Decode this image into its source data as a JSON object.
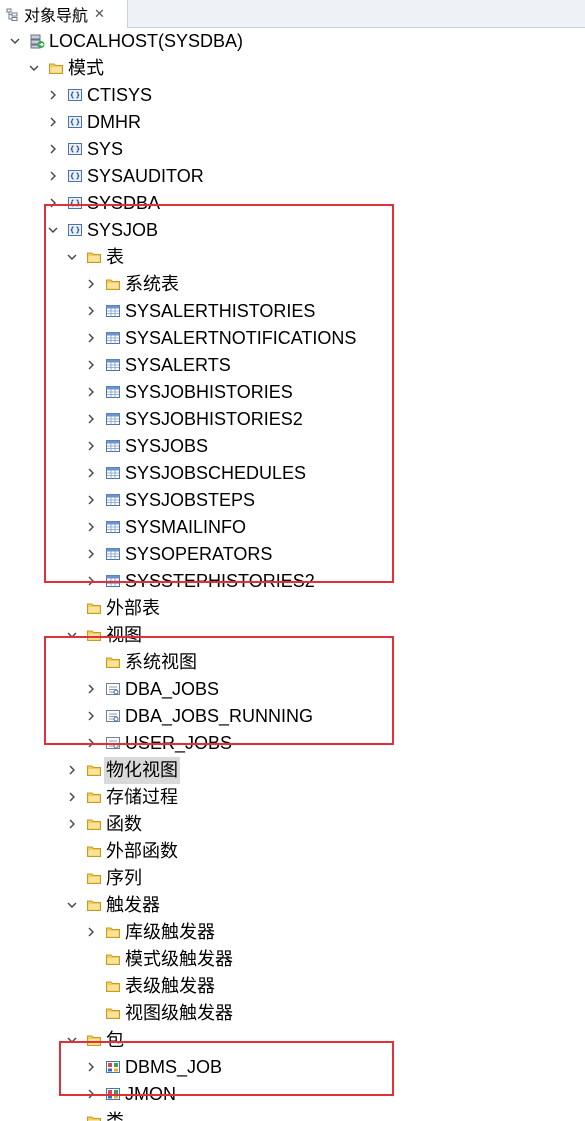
{
  "panel": {
    "tab_title": "对象导航",
    "tab_icon": "navigator-icon",
    "close_icon": "close-icon"
  },
  "tree": [
    {
      "label": "LOCALHOST(SYSDBA)",
      "depth": 0,
      "state": "expanded",
      "icon": "database-server-icon"
    },
    {
      "label": "模式",
      "depth": 1,
      "state": "expanded",
      "icon": "folder-icon"
    },
    {
      "label": "CTISYS",
      "depth": 2,
      "state": "collapsed",
      "icon": "schema-icon"
    },
    {
      "label": "DMHR",
      "depth": 2,
      "state": "collapsed",
      "icon": "schema-icon"
    },
    {
      "label": "SYS",
      "depth": 2,
      "state": "collapsed",
      "icon": "schema-icon"
    },
    {
      "label": "SYSAUDITOR",
      "depth": 2,
      "state": "collapsed",
      "icon": "schema-icon"
    },
    {
      "label": "SYSDBA",
      "depth": 2,
      "state": "collapsed",
      "icon": "schema-icon"
    },
    {
      "label": "SYSJOB",
      "depth": 2,
      "state": "expanded",
      "icon": "schema-icon"
    },
    {
      "label": "表",
      "depth": 3,
      "state": "expanded",
      "icon": "folder-icon"
    },
    {
      "label": "系统表",
      "depth": 4,
      "state": "collapsed",
      "icon": "folder-icon"
    },
    {
      "label": "SYSALERTHISTORIES",
      "depth": 4,
      "state": "collapsed",
      "icon": "table-icon"
    },
    {
      "label": "SYSALERTNOTIFICATIONS",
      "depth": 4,
      "state": "collapsed",
      "icon": "table-icon"
    },
    {
      "label": "SYSALERTS",
      "depth": 4,
      "state": "collapsed",
      "icon": "table-icon"
    },
    {
      "label": "SYSJOBHISTORIES",
      "depth": 4,
      "state": "collapsed",
      "icon": "table-icon"
    },
    {
      "label": "SYSJOBHISTORIES2",
      "depth": 4,
      "state": "collapsed",
      "icon": "table-icon"
    },
    {
      "label": "SYSJOBS",
      "depth": 4,
      "state": "collapsed",
      "icon": "table-icon"
    },
    {
      "label": "SYSJOBSCHEDULES",
      "depth": 4,
      "state": "collapsed",
      "icon": "table-icon"
    },
    {
      "label": "SYSJOBSTEPS",
      "depth": 4,
      "state": "collapsed",
      "icon": "table-icon"
    },
    {
      "label": "SYSMAILINFO",
      "depth": 4,
      "state": "collapsed",
      "icon": "table-icon"
    },
    {
      "label": "SYSOPERATORS",
      "depth": 4,
      "state": "collapsed",
      "icon": "table-icon"
    },
    {
      "label": "SYSSTEPHISTORIES2",
      "depth": 4,
      "state": "collapsed",
      "icon": "table-icon"
    },
    {
      "label": "外部表",
      "depth": 3,
      "state": "leaf",
      "icon": "folder-icon"
    },
    {
      "label": "视图",
      "depth": 3,
      "state": "expanded",
      "icon": "folder-icon"
    },
    {
      "label": "系统视图",
      "depth": 4,
      "state": "leaf",
      "icon": "folder-icon"
    },
    {
      "label": "DBA_JOBS",
      "depth": 4,
      "state": "collapsed",
      "icon": "view-icon"
    },
    {
      "label": "DBA_JOBS_RUNNING",
      "depth": 4,
      "state": "collapsed",
      "icon": "view-icon"
    },
    {
      "label": "USER_JOBS",
      "depth": 4,
      "state": "collapsed",
      "icon": "view-icon"
    },
    {
      "label": "物化视图",
      "depth": 3,
      "state": "collapsed",
      "icon": "folder-icon",
      "selected": true
    },
    {
      "label": "存储过程",
      "depth": 3,
      "state": "collapsed",
      "icon": "folder-icon"
    },
    {
      "label": "函数",
      "depth": 3,
      "state": "collapsed",
      "icon": "folder-icon"
    },
    {
      "label": "外部函数",
      "depth": 3,
      "state": "leaf",
      "icon": "folder-icon"
    },
    {
      "label": "序列",
      "depth": 3,
      "state": "leaf",
      "icon": "folder-icon"
    },
    {
      "label": "触发器",
      "depth": 3,
      "state": "expanded",
      "icon": "folder-icon"
    },
    {
      "label": "库级触发器",
      "depth": 4,
      "state": "collapsed",
      "icon": "folder-icon"
    },
    {
      "label": "模式级触发器",
      "depth": 4,
      "state": "leaf",
      "icon": "folder-icon"
    },
    {
      "label": "表级触发器",
      "depth": 4,
      "state": "leaf",
      "icon": "folder-icon"
    },
    {
      "label": "视图级触发器",
      "depth": 4,
      "state": "leaf",
      "icon": "folder-icon"
    },
    {
      "label": "包",
      "depth": 3,
      "state": "expanded",
      "icon": "folder-icon"
    },
    {
      "label": "DBMS_JOB",
      "depth": 4,
      "state": "collapsed",
      "icon": "package-icon"
    },
    {
      "label": "JMON",
      "depth": 4,
      "state": "collapsed",
      "icon": "package-icon"
    },
    {
      "label": "类",
      "depth": 3,
      "state": "leaf",
      "icon": "folder-icon"
    }
  ],
  "annotations": [
    {
      "from": 7,
      "to": 20
    },
    {
      "from": 23,
      "to": 26
    },
    {
      "from": 38,
      "to": 39
    }
  ],
  "colors": {
    "annotation_red": "#e0303a",
    "folder_yellow": "#f3cd5b",
    "selection_gray": "#d9d9d9"
  }
}
